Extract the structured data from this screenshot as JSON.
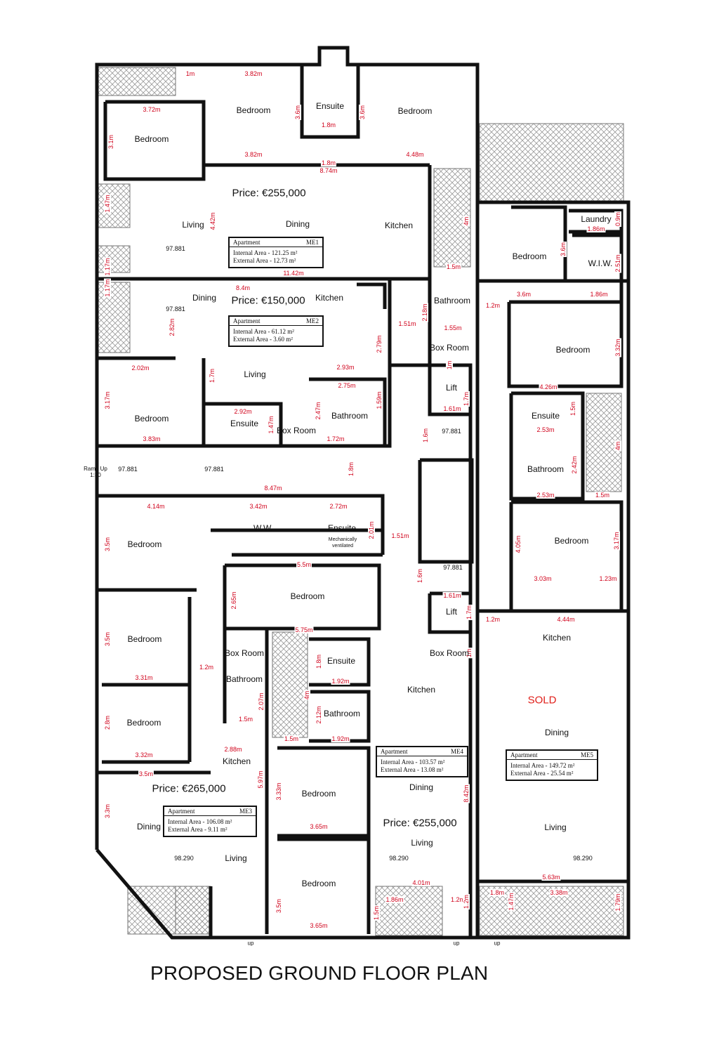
{
  "title": "PROPOSED GROUND FLOOR PLAN",
  "colors": {
    "wall": "#111111",
    "dimension": "#d0021b",
    "sold": "#e0201b",
    "hatch": "#9a9a9a"
  },
  "rooms": [
    "Bedroom",
    "Ensuite",
    "Bedroom",
    "Bedroom",
    "Living",
    "Dining",
    "Kitchen",
    "Dining",
    "Kitchen",
    "Bathroom",
    "Box Room",
    "Living",
    "Bedroom",
    "Ensuite",
    "Box Room",
    "Bathroom",
    "Lift",
    "Bedroom",
    "Laundry",
    "W.I.W.",
    "Bedroom",
    "Ensuite",
    "Bathroom",
    "Bedroom",
    "Bedroom",
    "W.W.",
    "Ensuite",
    "Bedroom",
    "Lift",
    "Box Room",
    "Box Room",
    "Bedroom",
    "Bathroom",
    "Ensuite",
    "Kitchen",
    "Bathroom",
    "Kitchen",
    "Dining",
    "Bedroom",
    "Kitchen",
    "Dining",
    "Living",
    "Bedroom",
    "Dining",
    "Living",
    "Living",
    "Bedroom"
  ],
  "notes": {
    "ramp": "Ramp Up 1:30",
    "ventilated": "Mechanically ventilated",
    "up": "up"
  },
  "prices": [
    "Price: €255,000",
    "Price: €150,000",
    "Price: €265,000",
    "Price: €255,000"
  ],
  "sold": "SOLD",
  "apartments": [
    {
      "label": "Apartment",
      "id": "ME1",
      "internal": "Internal Area - 121.25 m²",
      "external": "External Area - 12.73 m²"
    },
    {
      "label": "Apartment",
      "id": "ME2",
      "internal": "Internal Area - 61.12 m²",
      "external": "External Area - 3.60 m²"
    },
    {
      "label": "Apartment",
      "id": "ME3",
      "internal": "Internal Area - 106.08 m²",
      "external": "External Area - 9.11 m²"
    },
    {
      "label": "Apartment",
      "id": "ME4",
      "internal": "Internal Area - 103.57 m²",
      "external": "External Area - 13.08 m²"
    },
    {
      "label": "Apartment",
      "id": "ME5",
      "internal": "Internal Area - 149.72 m²",
      "external": "External Area - 25.54 m²"
    }
  ],
  "levels": [
    "97.881",
    "97.881",
    "97.881",
    "97.881",
    "97.881",
    "97.881",
    "98.290",
    "98.290",
    "98.290"
  ],
  "dimensions": [
    "1m",
    "3.82m",
    "1.8m",
    "3.6m",
    "3.6m",
    "3.72m",
    "3.1m",
    "3.82m",
    "1.8m",
    "4.48m",
    "8.74m",
    "4.42m",
    "4m",
    "1.47m",
    "1.17m",
    "1.17m",
    "11.42m",
    "1.5m",
    "8.4m",
    "2.82m",
    "2.18m",
    "1.2m",
    "3.6m",
    "1.86m",
    "1.86m",
    "0.9m",
    "2.51m",
    "3.6m",
    "1.51m",
    "1.55m",
    "2.79m",
    "1m",
    "3.32m",
    "2.02m",
    "1.7m",
    "2.93m",
    "2.75m",
    "1.7m",
    "4.26m",
    "3.17m",
    "2.92m",
    "2.47m",
    "1.59m",
    "1.61m",
    "1.5m",
    "2.53m",
    "1.47m",
    "3.83m",
    "1.72m",
    "1.6m",
    "4m",
    "2.42m",
    "1.8m",
    "8.47m",
    "2.53m",
    "1.5m",
    "4.14m",
    "3.42m",
    "2.72m",
    "2.01m",
    "1.51m",
    "3.5m",
    "4.05m",
    "3.17m",
    "5.5m",
    "1.6m",
    "3.03m",
    "1.23m",
    "2.65m",
    "1.61m",
    "1.7m",
    "5.75m",
    "1.2m",
    "4.44m",
    "3.5m",
    "1.8m",
    "1m",
    "1.2m",
    "3.31m",
    "1.92m",
    "2.07m",
    "4m",
    "2.8m",
    "2.12m",
    "1.5m",
    "1.5m",
    "1.92m",
    "3.32m",
    "2.88m",
    "3.5m",
    "5.97m",
    "3.33m",
    "8.42m",
    "3.3m",
    "3.65m",
    "4.01m",
    "5.63m",
    "3.5m",
    "1.86m",
    "1.2m",
    "1.8m",
    "3.38m",
    "1.5m",
    "1.2m",
    "1.47m",
    "1.79m",
    "3.65m"
  ]
}
